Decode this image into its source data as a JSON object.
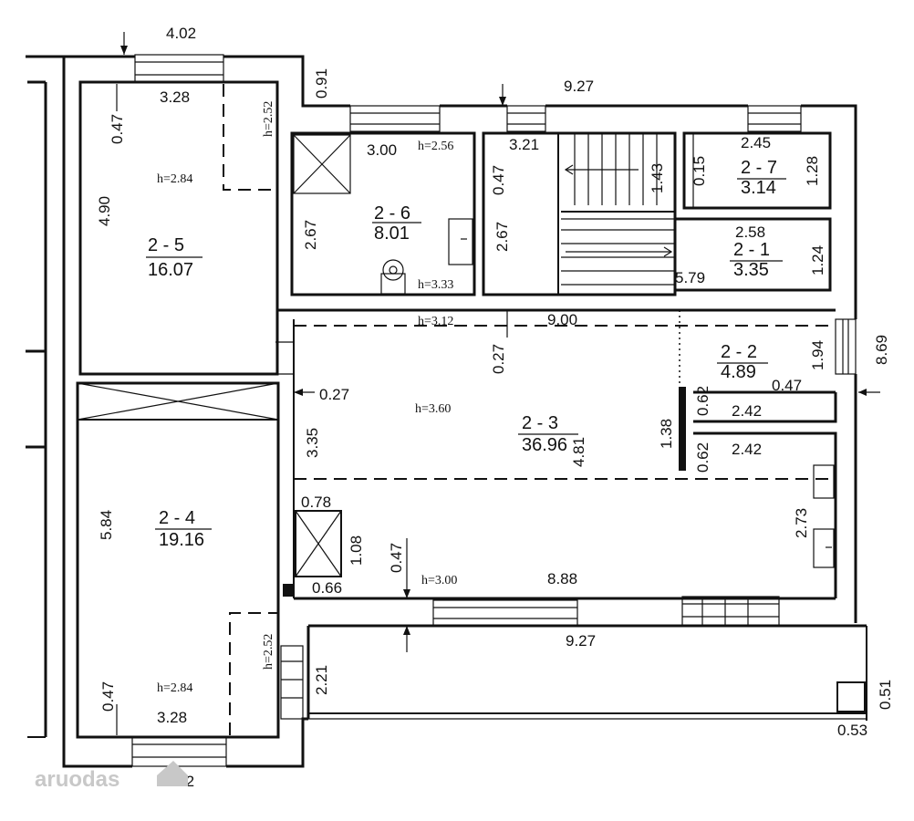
{
  "watermark": "aruodas",
  "rooms": {
    "r25": {
      "id": "2 - 5",
      "area": "16.07"
    },
    "r26": {
      "id": "2 - 6",
      "area": "8.01"
    },
    "r27": {
      "id": "2 - 7",
      "area": "3.14"
    },
    "r21": {
      "id": "2 - 1",
      "area": "3.35"
    },
    "r22": {
      "id": "2 - 2",
      "area": "4.89"
    },
    "r23": {
      "id": "2 - 3",
      "area": "36.96"
    },
    "r24": {
      "id": "2 - 4",
      "area": "19.16"
    }
  },
  "heights": {
    "h1": "h=2.52",
    "h2": "h=2.84",
    "h3": "h=2.56",
    "h4": "h=3.33",
    "h5": "h=3.12",
    "h6": "h=3.60",
    "h7": "h=3.00",
    "h8": "h=2.52",
    "h9": "h=2.84"
  },
  "dims": {
    "d1": "4.02",
    "d2": "0.91",
    "d3": "9.27",
    "d4": "3.28",
    "d5": "0.47",
    "d6": "4.90",
    "d7": "3.00",
    "d8": "2.67",
    "d9": "3.21",
    "d10": "0.47",
    "d11": "1.43",
    "d12": "2.45",
    "d13": "0.15",
    "d14": "1.28",
    "d15": "2.67",
    "d16": "2.58",
    "d17": "1.24",
    "d18": "5.79",
    "d19": "9.00",
    "d20": "0.27",
    "d21": "8.69",
    "d22": "1.94",
    "d23": "0.27",
    "d24": "0.62",
    "d25": "0.47",
    "d26": "2.42",
    "d27": "3.35",
    "d28": "1.38",
    "d29": "4.81",
    "d30": "0.62",
    "d31": "2.42",
    "d32": "5.84",
    "d33": "0.78",
    "d34": "1.08",
    "d35": "0.47",
    "d36": "2.73",
    "d37": "0.66",
    "d38": "8.88",
    "d39": "9.27",
    "d40": "2.21",
    "d41": "0.51",
    "d42": "0.47",
    "d43": "3.28",
    "d44": "0.53",
    "d45": "4.02"
  }
}
